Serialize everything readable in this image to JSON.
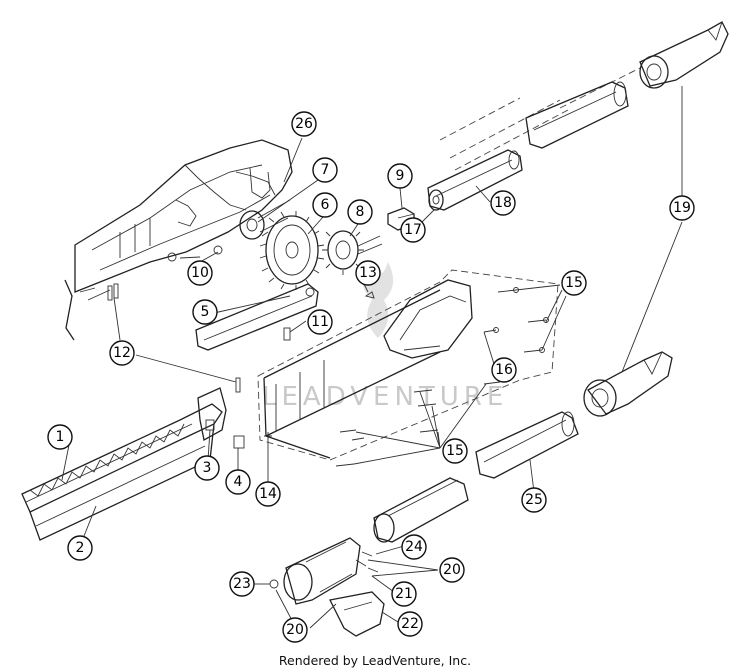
{
  "diagram": {
    "callouts": [
      {
        "id": "c1",
        "label": "1"
      },
      {
        "id": "c2",
        "label": "2"
      },
      {
        "id": "c3",
        "label": "3"
      },
      {
        "id": "c4",
        "label": "4"
      },
      {
        "id": "c5",
        "label": "5"
      },
      {
        "id": "c6",
        "label": "6"
      },
      {
        "id": "c7",
        "label": "7"
      },
      {
        "id": "c8",
        "label": "8"
      },
      {
        "id": "c9",
        "label": "9"
      },
      {
        "id": "c10",
        "label": "10"
      },
      {
        "id": "c11",
        "label": "11"
      },
      {
        "id": "c12",
        "label": "12"
      },
      {
        "id": "c13",
        "label": "13"
      },
      {
        "id": "c14",
        "label": "14"
      },
      {
        "id": "c15a",
        "label": "15"
      },
      {
        "id": "c15b",
        "label": "15"
      },
      {
        "id": "c16",
        "label": "16"
      },
      {
        "id": "c17",
        "label": "17"
      },
      {
        "id": "c18",
        "label": "18"
      },
      {
        "id": "c19",
        "label": "19"
      },
      {
        "id": "c20a",
        "label": "20"
      },
      {
        "id": "c20b",
        "label": "20"
      },
      {
        "id": "c21",
        "label": "21"
      },
      {
        "id": "c22",
        "label": "22"
      },
      {
        "id": "c23",
        "label": "23"
      },
      {
        "id": "c24",
        "label": "24"
      },
      {
        "id": "c25",
        "label": "25"
      },
      {
        "id": "c26",
        "label": "26"
      }
    ]
  },
  "watermark": {
    "text": "LEADVENTURE"
  },
  "footer": {
    "text": "Rendered by LeadVenture, Inc."
  }
}
